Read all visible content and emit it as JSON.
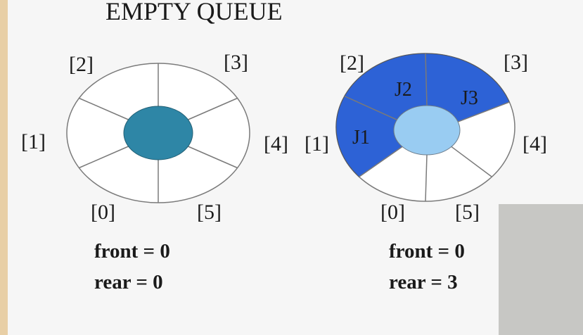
{
  "title": "EMPTY QUEUE",
  "colors": {
    "background": "#f6f6f6",
    "left_border": "#e8cfa6",
    "hub_left": "#2e86a6",
    "hub_right": "#99ccf2",
    "filled_segment": "#2d62d6",
    "outline": "#7a7a7a",
    "corner_gray": "#c7c7c4"
  },
  "left_queue": {
    "labels": [
      "[0]",
      "[1]",
      "[2]",
      "[3]",
      "[4]",
      "[5]"
    ],
    "front": "front = 0",
    "rear": "rear = 0"
  },
  "right_queue": {
    "labels": [
      "[0]",
      "[1]",
      "[2]",
      "[3]",
      "[4]",
      "[5]"
    ],
    "elements": [
      "J1",
      "J2",
      "J3"
    ],
    "front": "front = 0",
    "rear": "rear = 3"
  }
}
